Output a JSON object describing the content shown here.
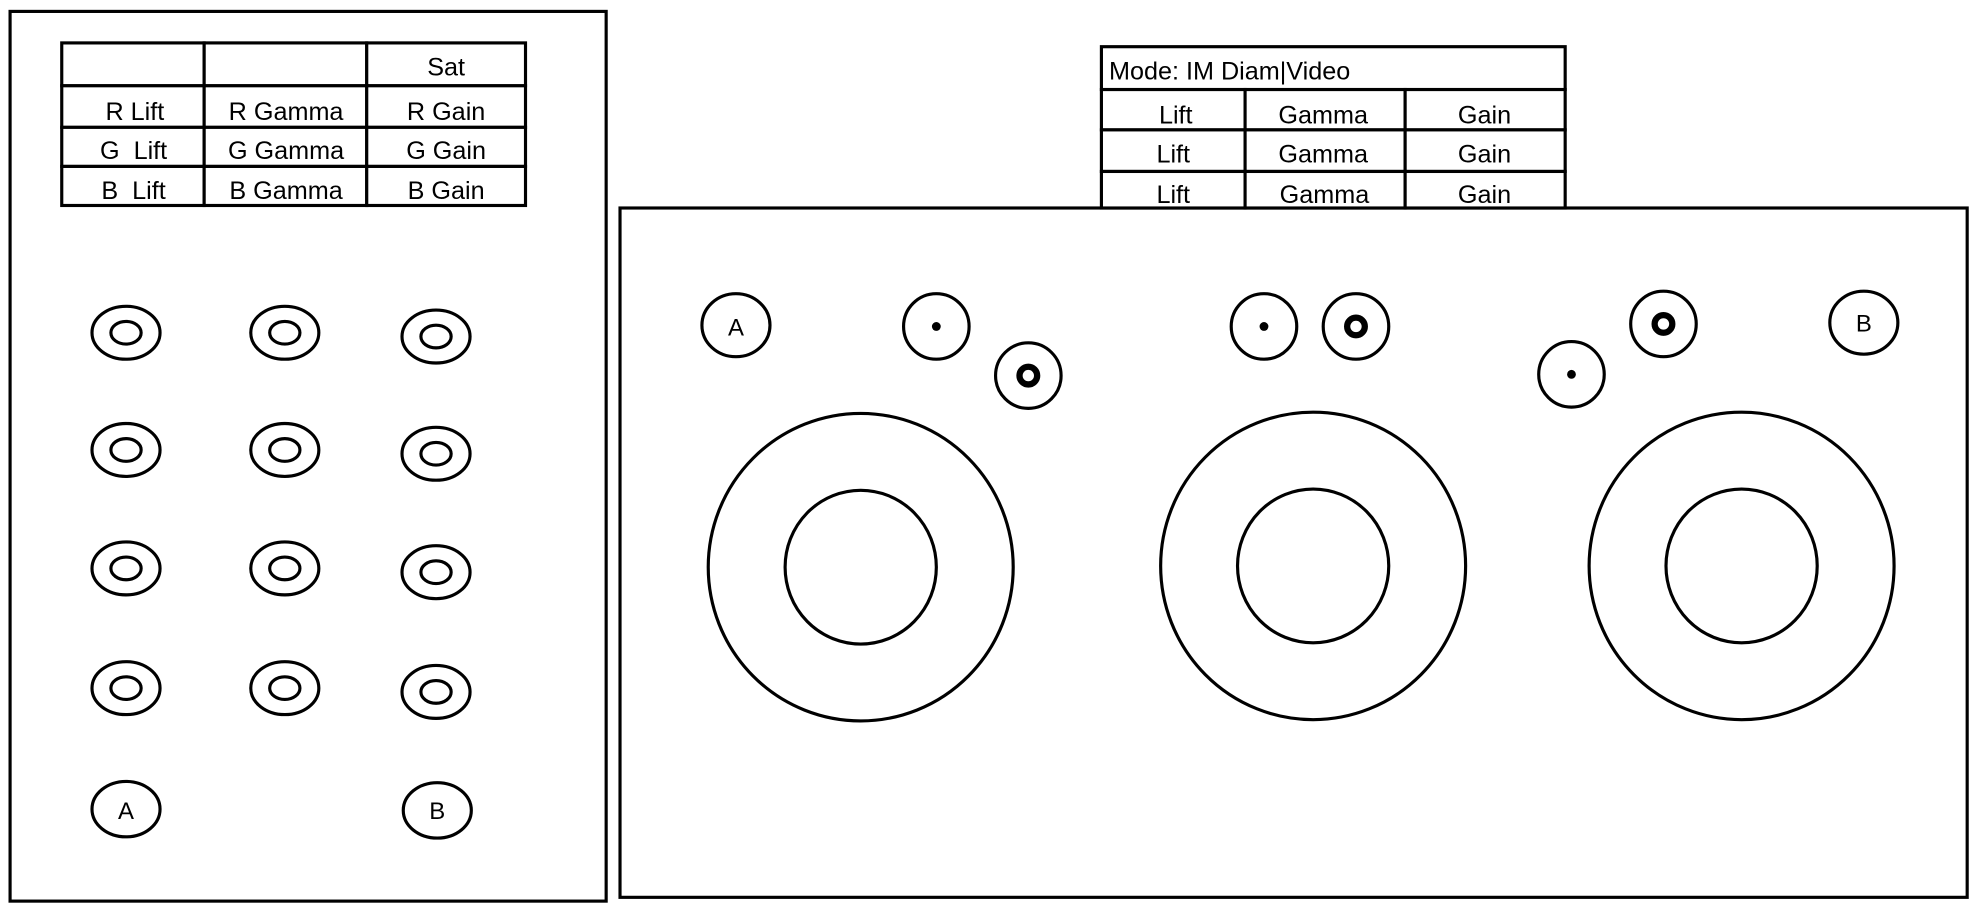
{
  "left_panel": {
    "table": {
      "header": [
        "",
        "",
        "Sat"
      ],
      "rows": [
        [
          "R Lift",
          "R Gamma",
          "R Gain"
        ],
        [
          "G  Lift",
          "G Gamma",
          "G Gain"
        ],
        [
          "B  Lift",
          "B Gamma",
          "B Gain"
        ]
      ]
    },
    "button_a": "A",
    "button_b": "B"
  },
  "right_panel": {
    "table": {
      "mode": "Mode: IM Diam|Video",
      "rows": [
        [
          "Lift",
          "Gamma",
          "Gain"
        ],
        [
          "Lift",
          "Gamma",
          "Gain"
        ],
        [
          "Lift",
          "Gamma",
          "Gain"
        ]
      ]
    },
    "button_a": "A",
    "button_b": "B"
  }
}
